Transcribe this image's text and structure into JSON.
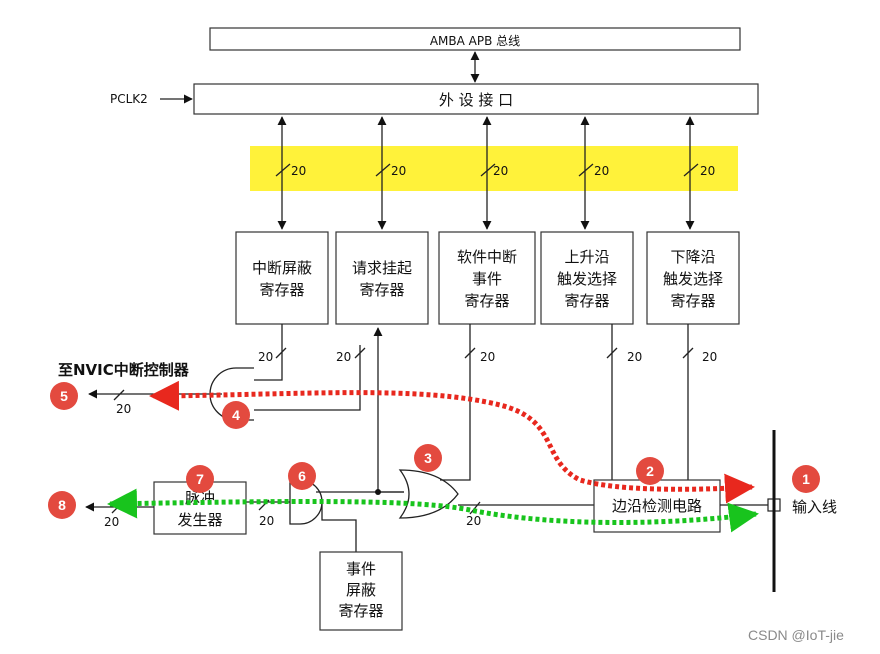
{
  "bus": {
    "label": "AMBA APB 总线"
  },
  "pclk": {
    "label": "PCLK2"
  },
  "peripheral": {
    "label": "外 设 接 口"
  },
  "bus_width": "20",
  "registers": {
    "mask": [
      "中断屏蔽",
      "寄存器"
    ],
    "pending": [
      "请求挂起",
      "寄存器"
    ],
    "swi": [
      "软件中断",
      "事件",
      "寄存器"
    ],
    "rising": [
      "上升沿",
      "触发选择",
      "寄存器"
    ],
    "falling": [
      "下降沿",
      "触发选择",
      "寄存器"
    ],
    "event_mask": [
      "事件",
      "屏蔽",
      "寄存器"
    ]
  },
  "nvic": {
    "label": "至NVIC中断控制器"
  },
  "pulse": {
    "label": [
      "脉冲",
      "发生器"
    ]
  },
  "edge": {
    "label": "边沿检测电路"
  },
  "input": {
    "label": "输入线"
  },
  "markers": [
    "1",
    "2",
    "3",
    "4",
    "5",
    "6",
    "7",
    "8"
  ],
  "colors": {
    "highlight": "#fff23a",
    "red_path": "#e8281e",
    "green_path": "#18c41d",
    "marker": "#e34a3f"
  },
  "watermark": "CSDN @IoT-jie"
}
